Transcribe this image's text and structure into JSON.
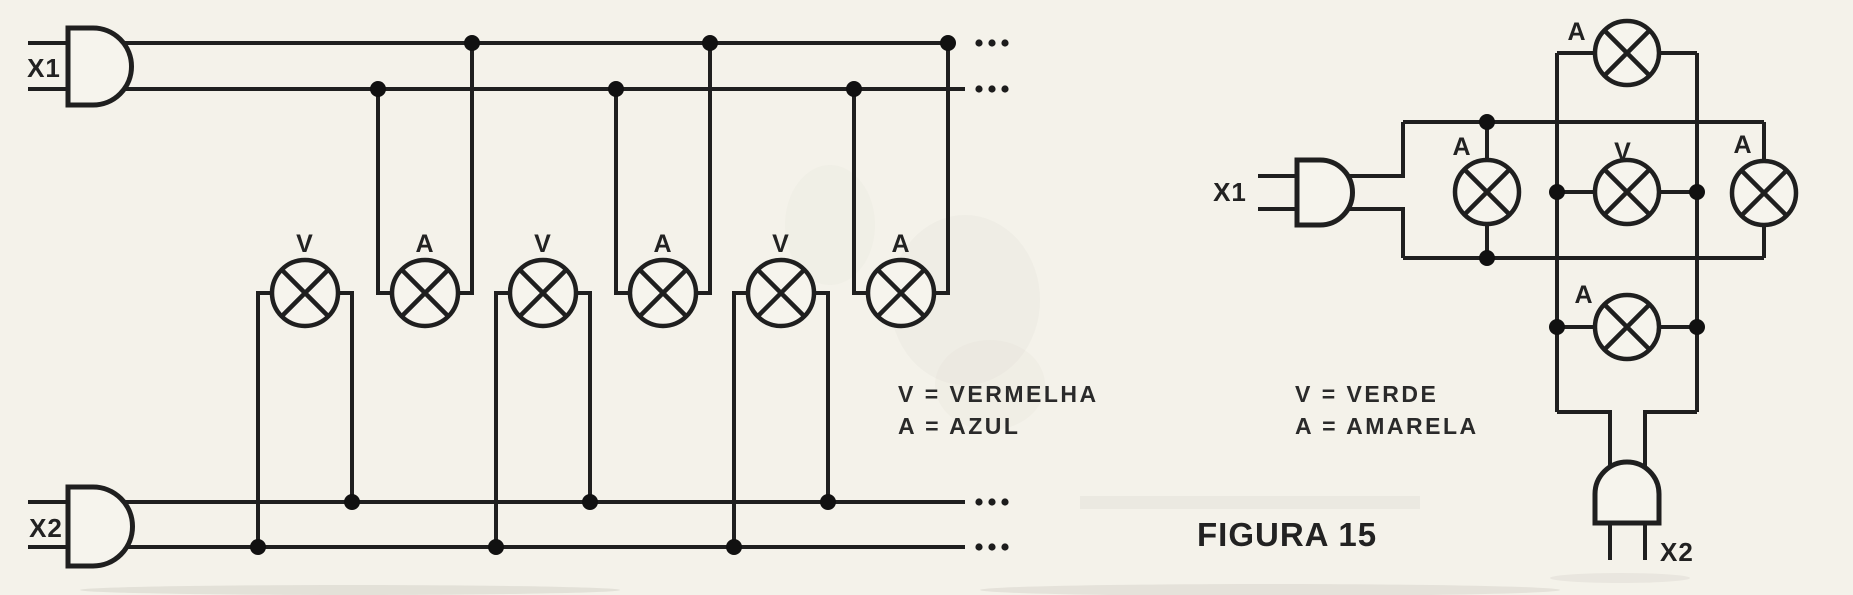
{
  "figure_caption": "FIGURA 15",
  "colors": {
    "ink": "#1f1f1f",
    "paper": "#f4f2ea"
  },
  "left_circuit": {
    "top_plug_label": "X1",
    "bottom_plug_label": "X2",
    "lamp_labels": [
      "V",
      "A",
      "V",
      "A",
      "V",
      "A"
    ],
    "legend": {
      "line1": "V = VERMELHA",
      "line2": "A = AZUL"
    }
  },
  "right_circuit": {
    "input_plug_label": "X1",
    "output_plug_label": "X2",
    "lamp_labels": [
      "A",
      "A",
      "V",
      "A",
      "A"
    ],
    "legend": {
      "line1": "V = VERDE",
      "line2": "A = AMARELA"
    }
  }
}
